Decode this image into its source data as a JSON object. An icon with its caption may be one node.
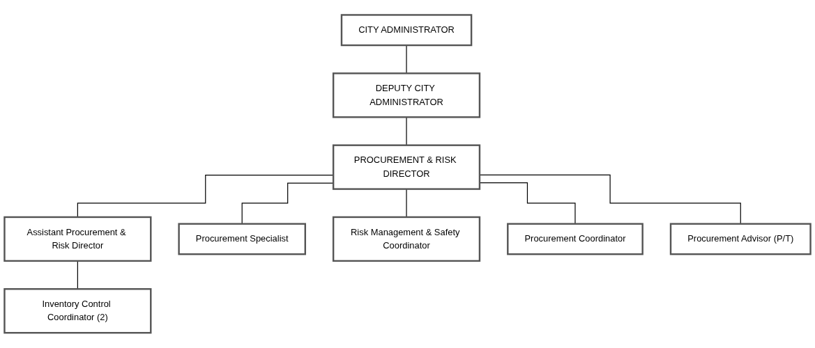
{
  "diagram": {
    "nodes": [
      {
        "text": [
          "CITY ADMINISTRATOR"
        ]
      },
      {
        "text": [
          "DEPUTY CITY ADMINISTRATOR"
        ]
      },
      {
        "text": [
          "PROCUREMENT & RISK DIRECTOR"
        ]
      },
      {
        "text": [
          "Assistant Procurement & Risk Director"
        ]
      },
      {
        "text": [
          "Inventory Control Coordinator (2)"
        ]
      },
      {
        "text": [
          "Procurement Specialist"
        ]
      },
      {
        "text": [
          "Risk Management & Safety Coordinator"
        ]
      },
      {
        "text": [
          "Procurement Coordinator"
        ]
      },
      {
        "text": [
          "Procurement Advisor (P/T)"
        ]
      }
    ],
    "edges": [
      {
        "from": 0,
        "to": 1,
        "arrow": "none"
      },
      {
        "from": 1,
        "to": 2,
        "arrow": "none"
      },
      {
        "from": 2,
        "to": 3,
        "arrow": "none"
      },
      {
        "from": 3,
        "to": 4,
        "arrow": "none"
      },
      {
        "from": 2,
        "to": 5,
        "arrow": "none"
      },
      {
        "from": 2,
        "to": 6,
        "arrow": "none"
      },
      {
        "from": 2,
        "to": 7,
        "arrow": "none"
      },
      {
        "from": 2,
        "to": 8,
        "arrow": "none"
      }
    ]
  }
}
